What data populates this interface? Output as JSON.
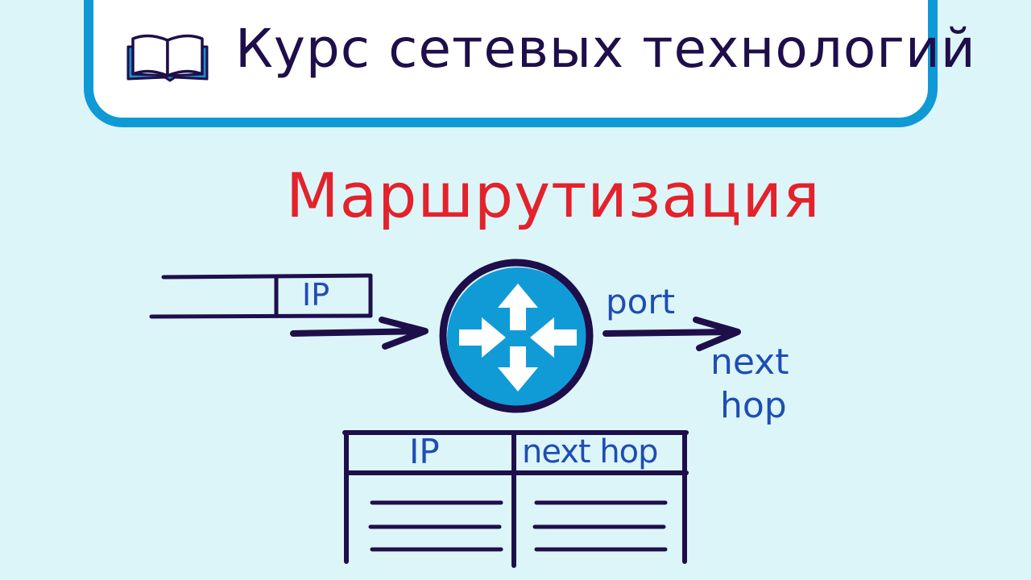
{
  "header": {
    "course_title": "Курс сетевых технологий",
    "icon": "open-book-icon"
  },
  "topic": {
    "title": "Маршрутизация"
  },
  "diagram": {
    "packet": {
      "field_label": "IP"
    },
    "router": {
      "icon": "router-arrows-icon"
    },
    "output": {
      "port_label": "port",
      "next_hop_label_line1": "next",
      "next_hop_label_line2": "hop"
    },
    "routing_table": {
      "columns": [
        "IP",
        "next hop"
      ],
      "rows": 3
    }
  },
  "colors": {
    "background": "#dcf5f9",
    "header_border": "#0f9ad6",
    "title_text": "#1e0e4a",
    "topic_text": "#e3222b",
    "label_text": "#1f4db3",
    "line": "#1e0e4a",
    "router_fill": "#119bd6"
  }
}
